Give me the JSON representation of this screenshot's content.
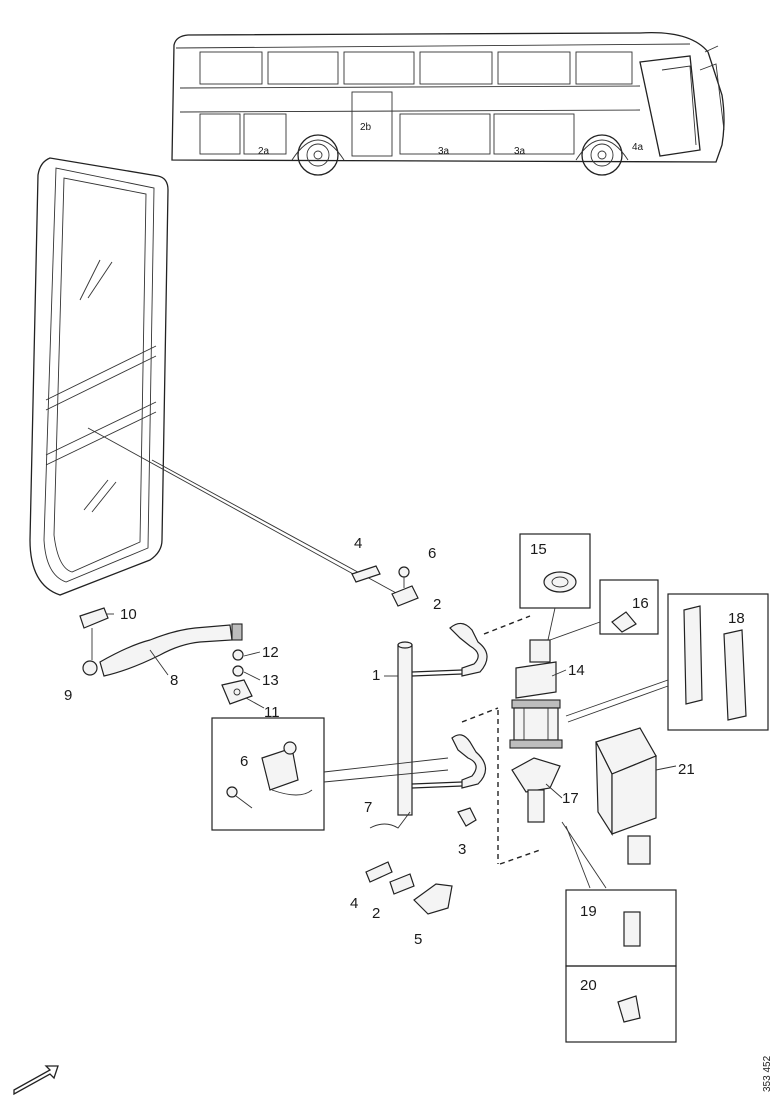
{
  "diagram": {
    "callouts": {
      "c1": "1",
      "c2a": "2",
      "c2b": "2",
      "c3": "3",
      "c4a": "4",
      "c4b": "4",
      "c5": "5",
      "c6a": "6",
      "c6b": "6",
      "c7": "7",
      "c8": "8",
      "c9": "9",
      "c10": "10",
      "c11": "11",
      "c12": "12",
      "c13": "13",
      "c14": "14",
      "c15": "15",
      "c16": "16",
      "c17": "17",
      "c18": "18",
      "c19": "19",
      "c20": "20",
      "c21": "21"
    },
    "reference_code": "353 452",
    "bus_panel_marks": [
      "2a",
      "2b",
      "3a",
      "3a",
      "4a"
    ]
  }
}
